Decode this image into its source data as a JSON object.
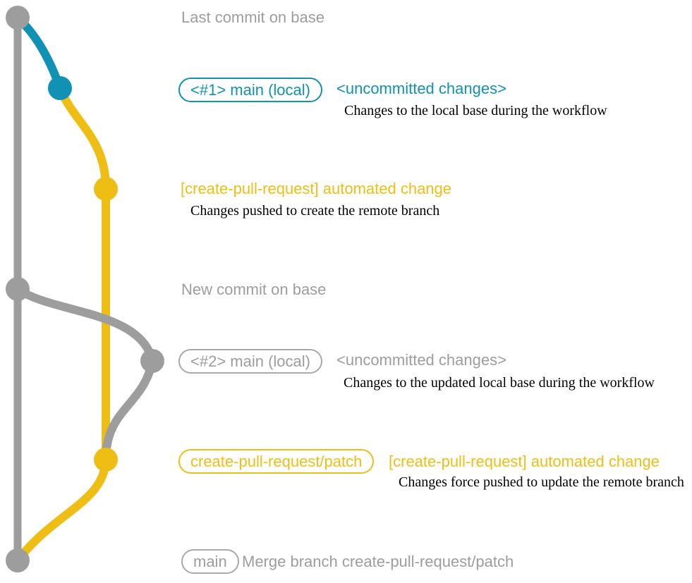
{
  "diagram": {
    "description": "Git branch graph showing create-pull-request action workflow",
    "colors": {
      "base_gray": "#9d9d9d",
      "uncommitted_blue": "#1191b4",
      "patch_yellow": "#efbe14",
      "note_black": "#000000",
      "background": "#ffffff"
    }
  },
  "graph": {
    "commits": [
      {
        "name": "last-commit-on-base",
        "color": "gray"
      },
      {
        "name": "local-commit-1",
        "color": "blue"
      },
      {
        "name": "automated-change-commit-1",
        "color": "yellow"
      },
      {
        "name": "new-commit-on-base",
        "color": "gray"
      },
      {
        "name": "local-commit-2",
        "color": "gray"
      },
      {
        "name": "automated-change-commit-2",
        "color": "yellow"
      },
      {
        "name": "merge-commit",
        "color": "gray"
      }
    ]
  },
  "labels": {
    "last_commit_title": "Last commit on base",
    "commit1_badge": "<#1> main (local)",
    "commit1_heading": "<uncommitted changes>",
    "commit1_note": "Changes to the local base during the workflow",
    "auto1_heading": "[create-pull-request] automated change",
    "auto1_note": "Changes pushed to create the remote branch",
    "new_commit_title": "New commit on base",
    "commit2_badge": "<#2> main (local)",
    "commit2_heading": "<uncommitted changes>",
    "commit2_note": "Changes to the updated local base during the workflow",
    "patch_badge": "create-pull-request/patch",
    "auto2_heading": "[create-pull-request] automated change",
    "auto2_note": "Changes force pushed to update the remote branch",
    "main_badge": "main",
    "merge_heading": "Merge branch create-pull-request/patch"
  }
}
